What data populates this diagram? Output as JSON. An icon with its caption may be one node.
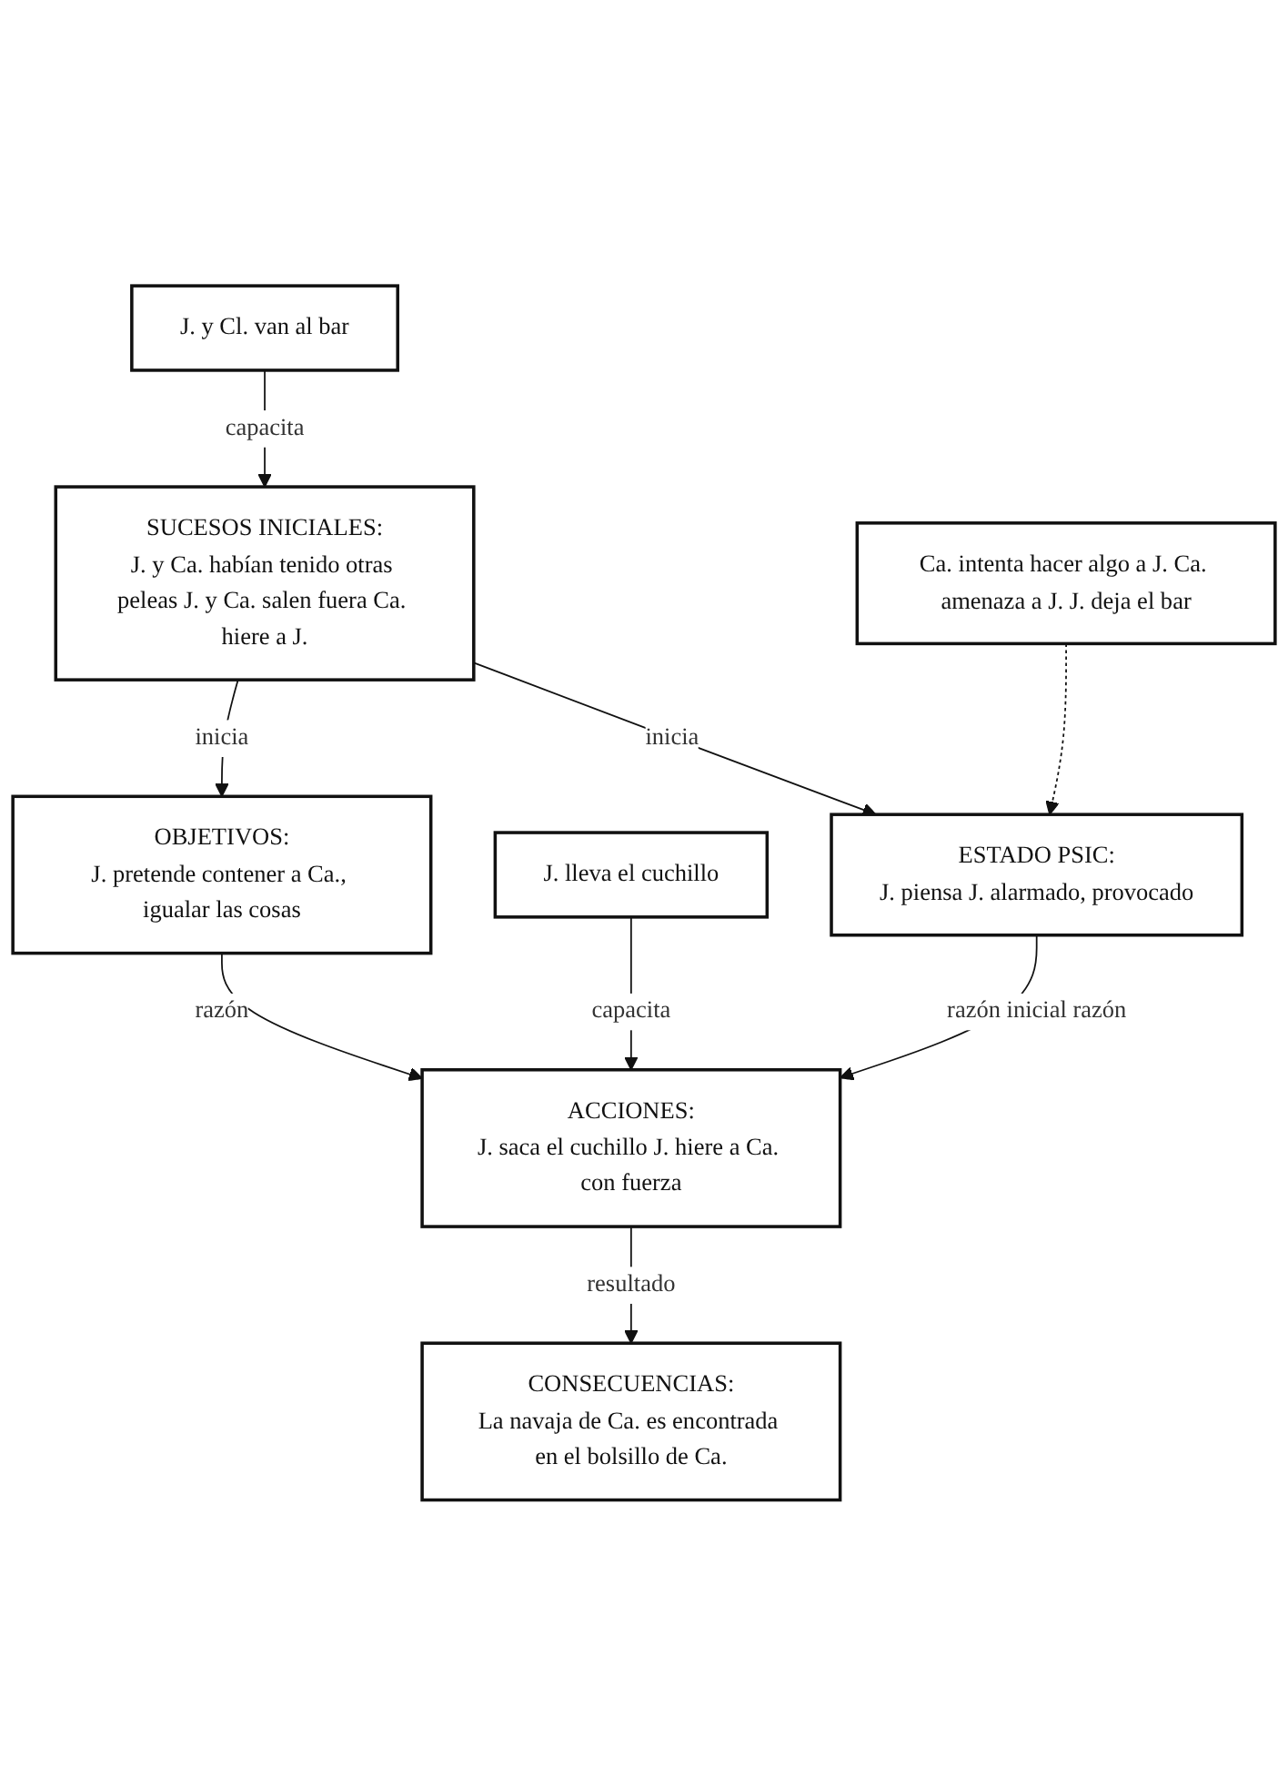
{
  "diagram": {
    "nodes": [
      {
        "text": [
          "SUCESOS INICIALES:",
          "J. y Ca. habían tenido otras peleas J. y Ca. salen fuera Ca. hiere a J."
        ]
      },
      {
        "text": [
          "J. y Cl. van al bar"
        ]
      },
      {
        "text": [
          "Ca. intenta hacer algo a J. Ca. amenaza a J. J. deja el bar"
        ]
      },
      {
        "text": [
          "ESTADO PSIC:",
          "J. piensa J. alarmado, provocado"
        ]
      },
      {
        "text": [
          "J. lleva el cuchillo"
        ]
      },
      {
        "text": [
          "OBJETIVOS:",
          "J. pretende contener a Ca., igualar las cosas"
        ]
      },
      {
        "text": [
          "ACCIONES:",
          "J. saca el cuchillo J. hiere a Ca. con fuerza"
        ]
      },
      {
        "text": [
          "CONSECUENCIAS:",
          "La navaja de Ca. es encontrada en el bolsillo de Ca."
        ]
      }
    ],
    "edges": [
      {
        "from": 1,
        "to": 0,
        "arrow": "to",
        "label": "capacita"
      },
      {
        "from": 0,
        "to": 3,
        "arrow": "to",
        "label": "inicia"
      },
      {
        "from": 0,
        "to": 5,
        "arrow": "to",
        "label": "inicia"
      },
      {
        "from": 2,
        "to": 3,
        "arrow": "to",
        "style": "dashed"
      },
      {
        "from": 4,
        "to": 6,
        "arrow": "to",
        "label": "capacita"
      },
      {
        "from": 3,
        "to": 6,
        "arrow": "to",
        "label": "razón inicial razón"
      },
      {
        "from": 5,
        "to": 6,
        "arrow": "to",
        "label": "razón"
      },
      {
        "from": 6,
        "to": 7,
        "arrow": "to",
        "label": "resultado"
      }
    ]
  }
}
